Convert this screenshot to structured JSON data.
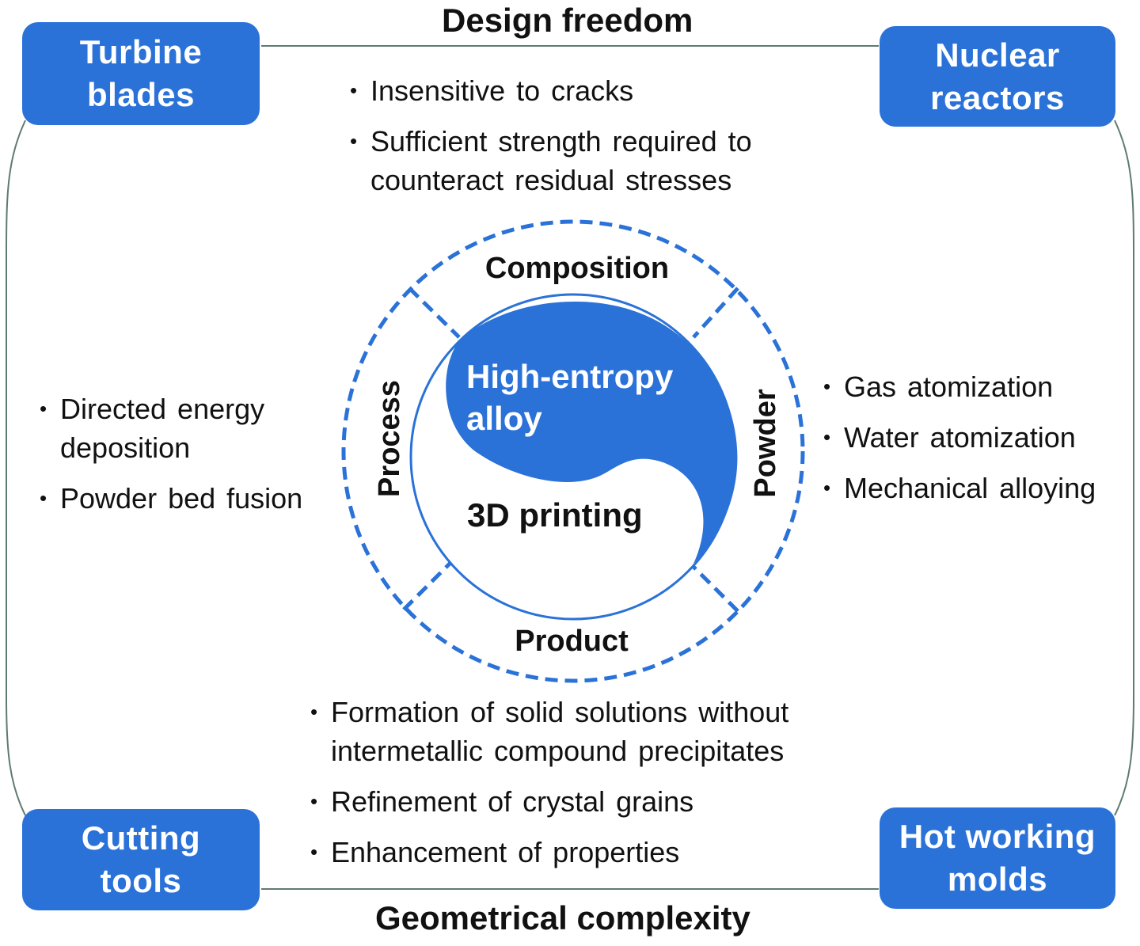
{
  "colors": {
    "accent_blue": "#2a72d8",
    "frame_line": "#5f7a72",
    "text": "#111111",
    "on_accent_text": "#ffffff"
  },
  "axes": {
    "top": "Design freedom",
    "bottom": "Geometrical complexity"
  },
  "applications": {
    "top_left": {
      "line1": "Turbine",
      "line2": "blades"
    },
    "top_right": {
      "line1": "Nuclear",
      "line2": "reactors"
    },
    "bottom_left": {
      "line1": "Cutting",
      "line2": "tools"
    },
    "bottom_right": {
      "line1": "Hot working",
      "line2": "molds"
    }
  },
  "center": {
    "upper_label_line1": "High-entropy",
    "upper_label_line2": "alloy",
    "lower_label": "3D printing"
  },
  "sectors": {
    "top": "Composition",
    "right": "Powder",
    "bottom": "Product",
    "left": "Process"
  },
  "bullets": {
    "composition": [
      "Insensitive to cracks",
      "Sufficient strength required to counteract residual stresses"
    ],
    "process": [
      "Directed energy deposition",
      "Powder bed fusion"
    ],
    "powder": [
      "Gas atomization",
      "Water atomization",
      "Mechanical alloying"
    ],
    "product": [
      "Formation of solid solutions without intermetallic compound precipitates",
      "Refinement of crystal grains",
      "Enhancement of properties"
    ]
  }
}
